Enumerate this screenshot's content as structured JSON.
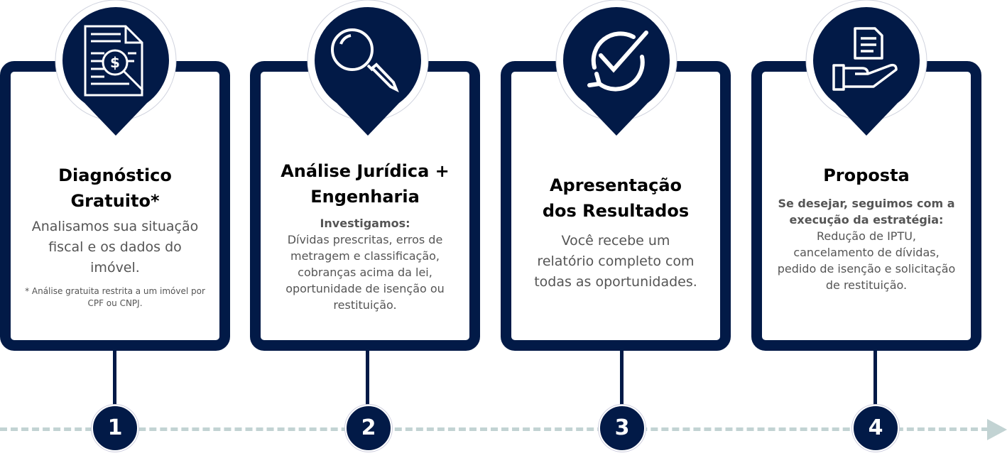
{
  "colors": {
    "navy": "#021a47",
    "timeline": "#c2d3d3",
    "text": "#555555"
  },
  "steps": [
    {
      "number": "1",
      "icon": "document-dollar-search-icon",
      "title": "Diagnóstico Gratuito*",
      "body": "Analisamos sua situação fiscal e os dados do imóvel.",
      "note": "* Análise gratuita restrita a um imóvel por CPF ou CNPJ."
    },
    {
      "number": "2",
      "icon": "magnifying-glass-icon",
      "title": "Análise Jurídica + Engenharia",
      "lead": "Investigamos:",
      "body": "Dívidas prescritas, erros de metragem e classificação, cobranças acima da lei, oportunidade de isenção ou restituição."
    },
    {
      "number": "3",
      "icon": "check-cycle-icon",
      "title": "Apresentação dos Resultados",
      "body": "Você recebe um relatório completo com todas as oportunidades."
    },
    {
      "number": "4",
      "icon": "hand-document-icon",
      "title": "Proposta",
      "lead": "Se desejar, seguimos com a execução da estratégia:",
      "body": "Redução de IPTU, cancelamento de dívidas, pedido de isenção e solicitação de restituição."
    }
  ]
}
